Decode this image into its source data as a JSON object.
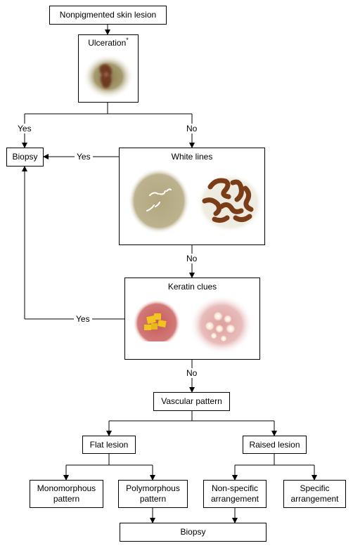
{
  "nodes": {
    "root": "Nonpigmented skin lesion",
    "ulceration": "Ulceration",
    "ulceration_mark": "*",
    "biopsy_left": "Biopsy",
    "white_lines": "White lines",
    "keratin_clues": "Keratin clues",
    "vascular_pattern": "Vascular pattern",
    "flat_lesion": "Flat lesion",
    "raised_lesion": "Raised lesion",
    "monomorphous_1": "Monomorphous",
    "monomorphous_2": "pattern",
    "polymorphous_1": "Polymorphous",
    "polymorphous_2": "pattern",
    "nonspecific_1": "Non-specific",
    "nonspecific_2": "arrangement",
    "specific_1": "Specific",
    "specific_2": "arrangement",
    "biopsy_bottom": "Biopsy"
  },
  "labels": {
    "yes_ulceration": "Yes",
    "no_ulceration": "No",
    "yes_white_lines": "Yes",
    "no_white_lines": "No",
    "yes_keratin": "Yes",
    "no_keratin": "No"
  },
  "colors": {
    "line": "#000000",
    "lesion_tan": "#b0a57e",
    "lesion_brown": "#7a3d18",
    "lesion_pink": "#d9a4a4",
    "keratin_yellow": "#f2c420"
  }
}
